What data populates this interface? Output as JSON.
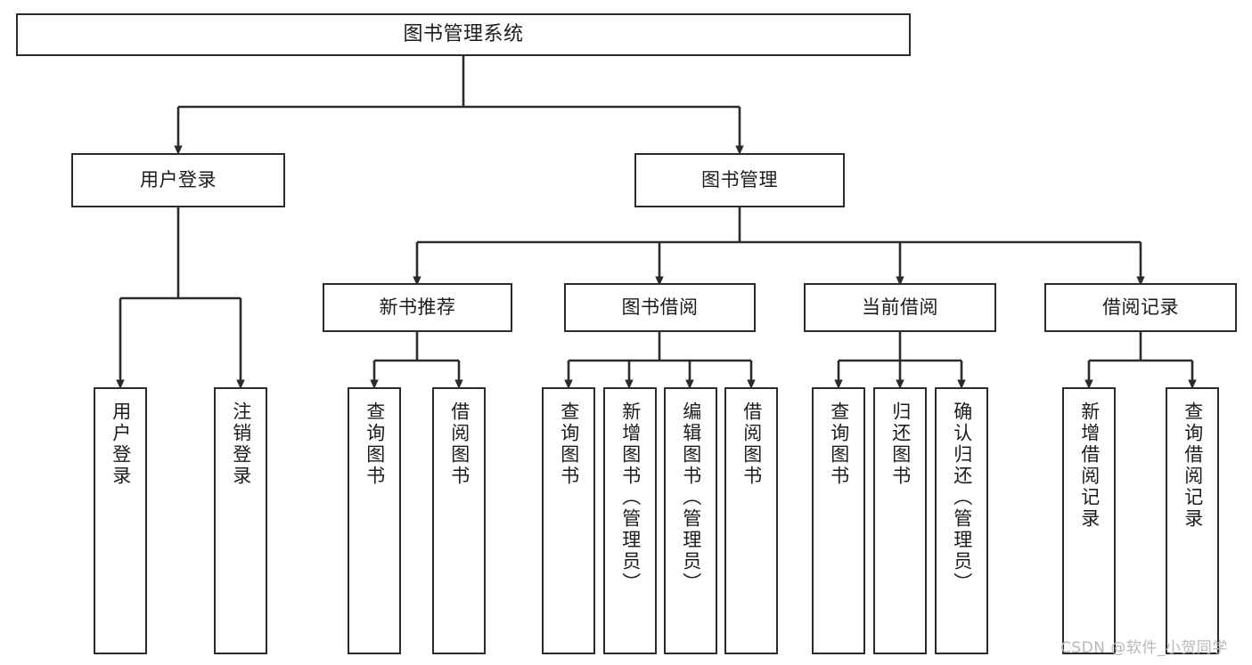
{
  "diagram": {
    "title": "图书管理系统",
    "type": "tree-hierarchy-chart",
    "watermark": "CSDN @软件_小贺同学",
    "colors": {
      "box_border": "#2b2b2b",
      "box_fill": "#ffffff",
      "edge": "#2b2b2b",
      "text": "#1c1c1c",
      "watermark": "#b8b8b8",
      "background": "#ffffff"
    }
  },
  "nodes": {
    "root": {
      "label": "图书管理系统"
    },
    "level2": [
      {
        "id": "user-login",
        "label": "用户登录"
      },
      {
        "id": "book-manage",
        "label": "图书管理"
      }
    ],
    "level3": [
      {
        "id": "new-book-recommend",
        "label": "新书推荐"
      },
      {
        "id": "book-borrow",
        "label": "图书借阅"
      },
      {
        "id": "current-borrow",
        "label": "当前借阅"
      },
      {
        "id": "borrow-record",
        "label": "借阅记录"
      }
    ],
    "leaves": [
      {
        "id": "leaf-user-login",
        "label": "用户登录",
        "parent": "user-login"
      },
      {
        "id": "leaf-user-logout",
        "label": "注销登录",
        "parent": "user-login"
      },
      {
        "id": "leaf-query-book-1",
        "label": "查询图书",
        "parent": "new-book-recommend"
      },
      {
        "id": "leaf-borrow-book-1",
        "label": "借阅图书",
        "parent": "new-book-recommend"
      },
      {
        "id": "leaf-query-book-2",
        "label": "查询图书",
        "parent": "book-borrow"
      },
      {
        "id": "leaf-add-book",
        "label": "新增图书（管理员）",
        "parent": "book-borrow"
      },
      {
        "id": "leaf-edit-book",
        "label": "编辑图书（管理员）",
        "parent": "book-borrow"
      },
      {
        "id": "leaf-borrow-book-2",
        "label": "借阅图书",
        "parent": "book-borrow"
      },
      {
        "id": "leaf-query-book-3",
        "label": "查询图书",
        "parent": "current-borrow"
      },
      {
        "id": "leaf-return-book",
        "label": "归还图书",
        "parent": "current-borrow"
      },
      {
        "id": "leaf-confirm-return",
        "label": "确认归还（管理员）",
        "parent": "current-borrow"
      },
      {
        "id": "leaf-add-record",
        "label": "新增借阅记录",
        "parent": "borrow-record"
      },
      {
        "id": "leaf-query-record",
        "label": "查询借阅记录",
        "parent": "borrow-record"
      }
    ]
  }
}
